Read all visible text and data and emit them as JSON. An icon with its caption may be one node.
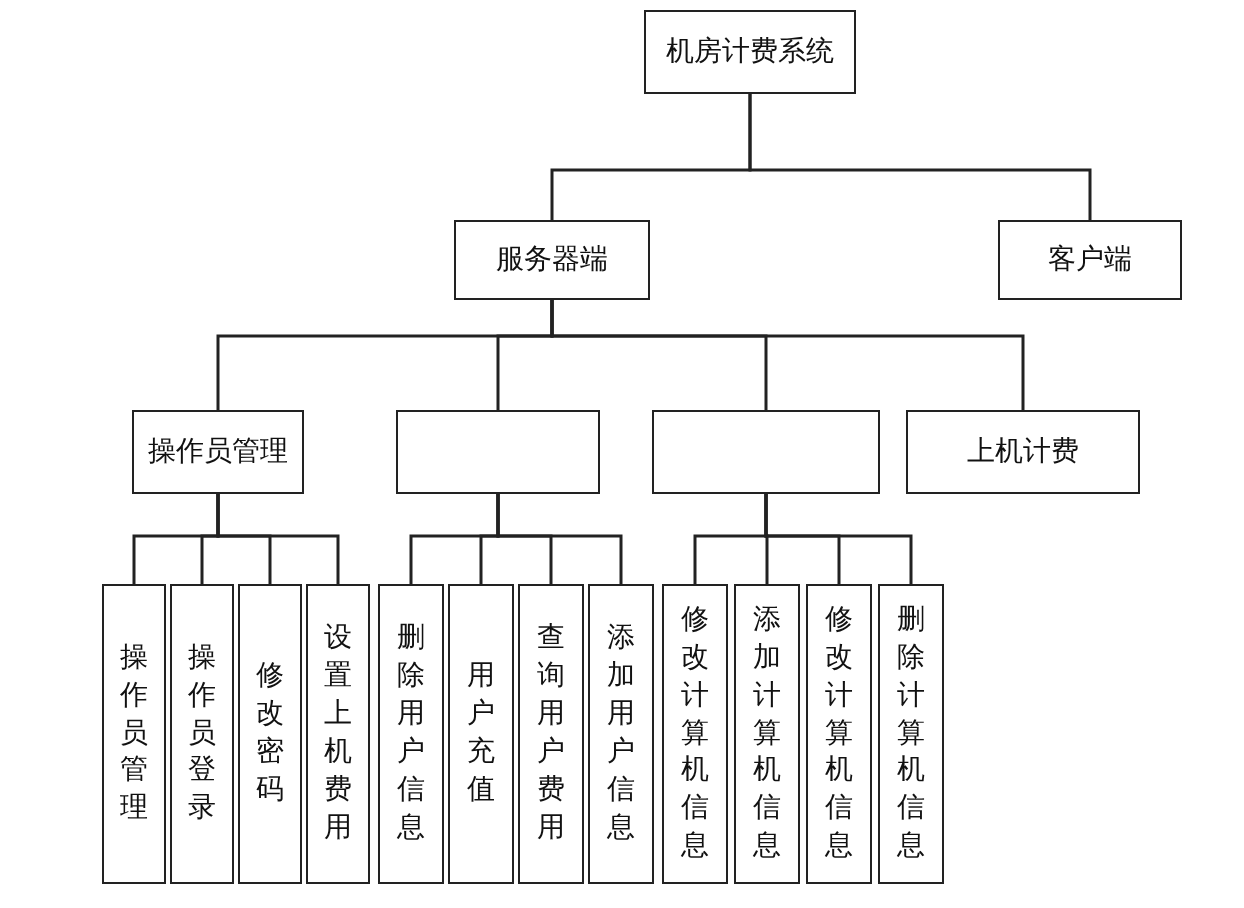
{
  "diagram": {
    "nodes": [
      {
        "text": [
          "机房计费系统"
        ]
      },
      {
        "text": [
          "服务器端"
        ]
      },
      {
        "text": [
          "客户端"
        ]
      },
      {
        "text": [
          "操作员管理"
        ]
      },
      {
        "text": [],
        "shape": "box"
      },
      {
        "text": [],
        "shape": "box"
      },
      {
        "text": [
          "上机计费"
        ]
      },
      {
        "text": [
          "操作员管理"
        ]
      },
      {
        "text": [
          "操作员登录"
        ]
      },
      {
        "text": [
          "修改密码"
        ]
      },
      {
        "text": [
          "设置上机费用"
        ]
      },
      {
        "text": [
          "删除用户信息"
        ]
      },
      {
        "text": [
          "用户充值"
        ]
      },
      {
        "text": [
          "查询用户费用"
        ]
      },
      {
        "text": [
          "添加用户信息"
        ]
      },
      {
        "text": [
          "修改计算机信息"
        ]
      },
      {
        "text": [
          "添加计算机信息"
        ]
      },
      {
        "text": [
          "修改计算机信息"
        ]
      },
      {
        "text": [
          "删除计算机信息"
        ]
      }
    ],
    "edges": [
      {
        "from": 0,
        "to": 1,
        "arrow": "none"
      },
      {
        "from": 0,
        "to": 2,
        "arrow": "none"
      },
      {
        "from": 1,
        "to": 3,
        "arrow": "none"
      },
      {
        "from": 1,
        "to": 4,
        "arrow": "none"
      },
      {
        "from": 1,
        "to": 5,
        "arrow": "none"
      },
      {
        "from": 1,
        "to": 6,
        "arrow": "none"
      },
      {
        "from": 3,
        "to": 7,
        "arrow": "none"
      },
      {
        "from": 3,
        "to": 8,
        "arrow": "none"
      },
      {
        "from": 3,
        "to": 9,
        "arrow": "none"
      },
      {
        "from": 3,
        "to": 10,
        "arrow": "none"
      },
      {
        "from": 4,
        "to": 11,
        "arrow": "none"
      },
      {
        "from": 4,
        "to": 12,
        "arrow": "none"
      },
      {
        "from": 4,
        "to": 13,
        "arrow": "none"
      },
      {
        "from": 4,
        "to": 14,
        "arrow": "none"
      },
      {
        "from": 5,
        "to": 15,
        "arrow": "none"
      },
      {
        "from": 5,
        "to": 16,
        "arrow": "none"
      },
      {
        "from": 5,
        "to": 17,
        "arrow": "none"
      },
      {
        "from": 5,
        "to": 18,
        "arrow": "none"
      }
    ]
  }
}
